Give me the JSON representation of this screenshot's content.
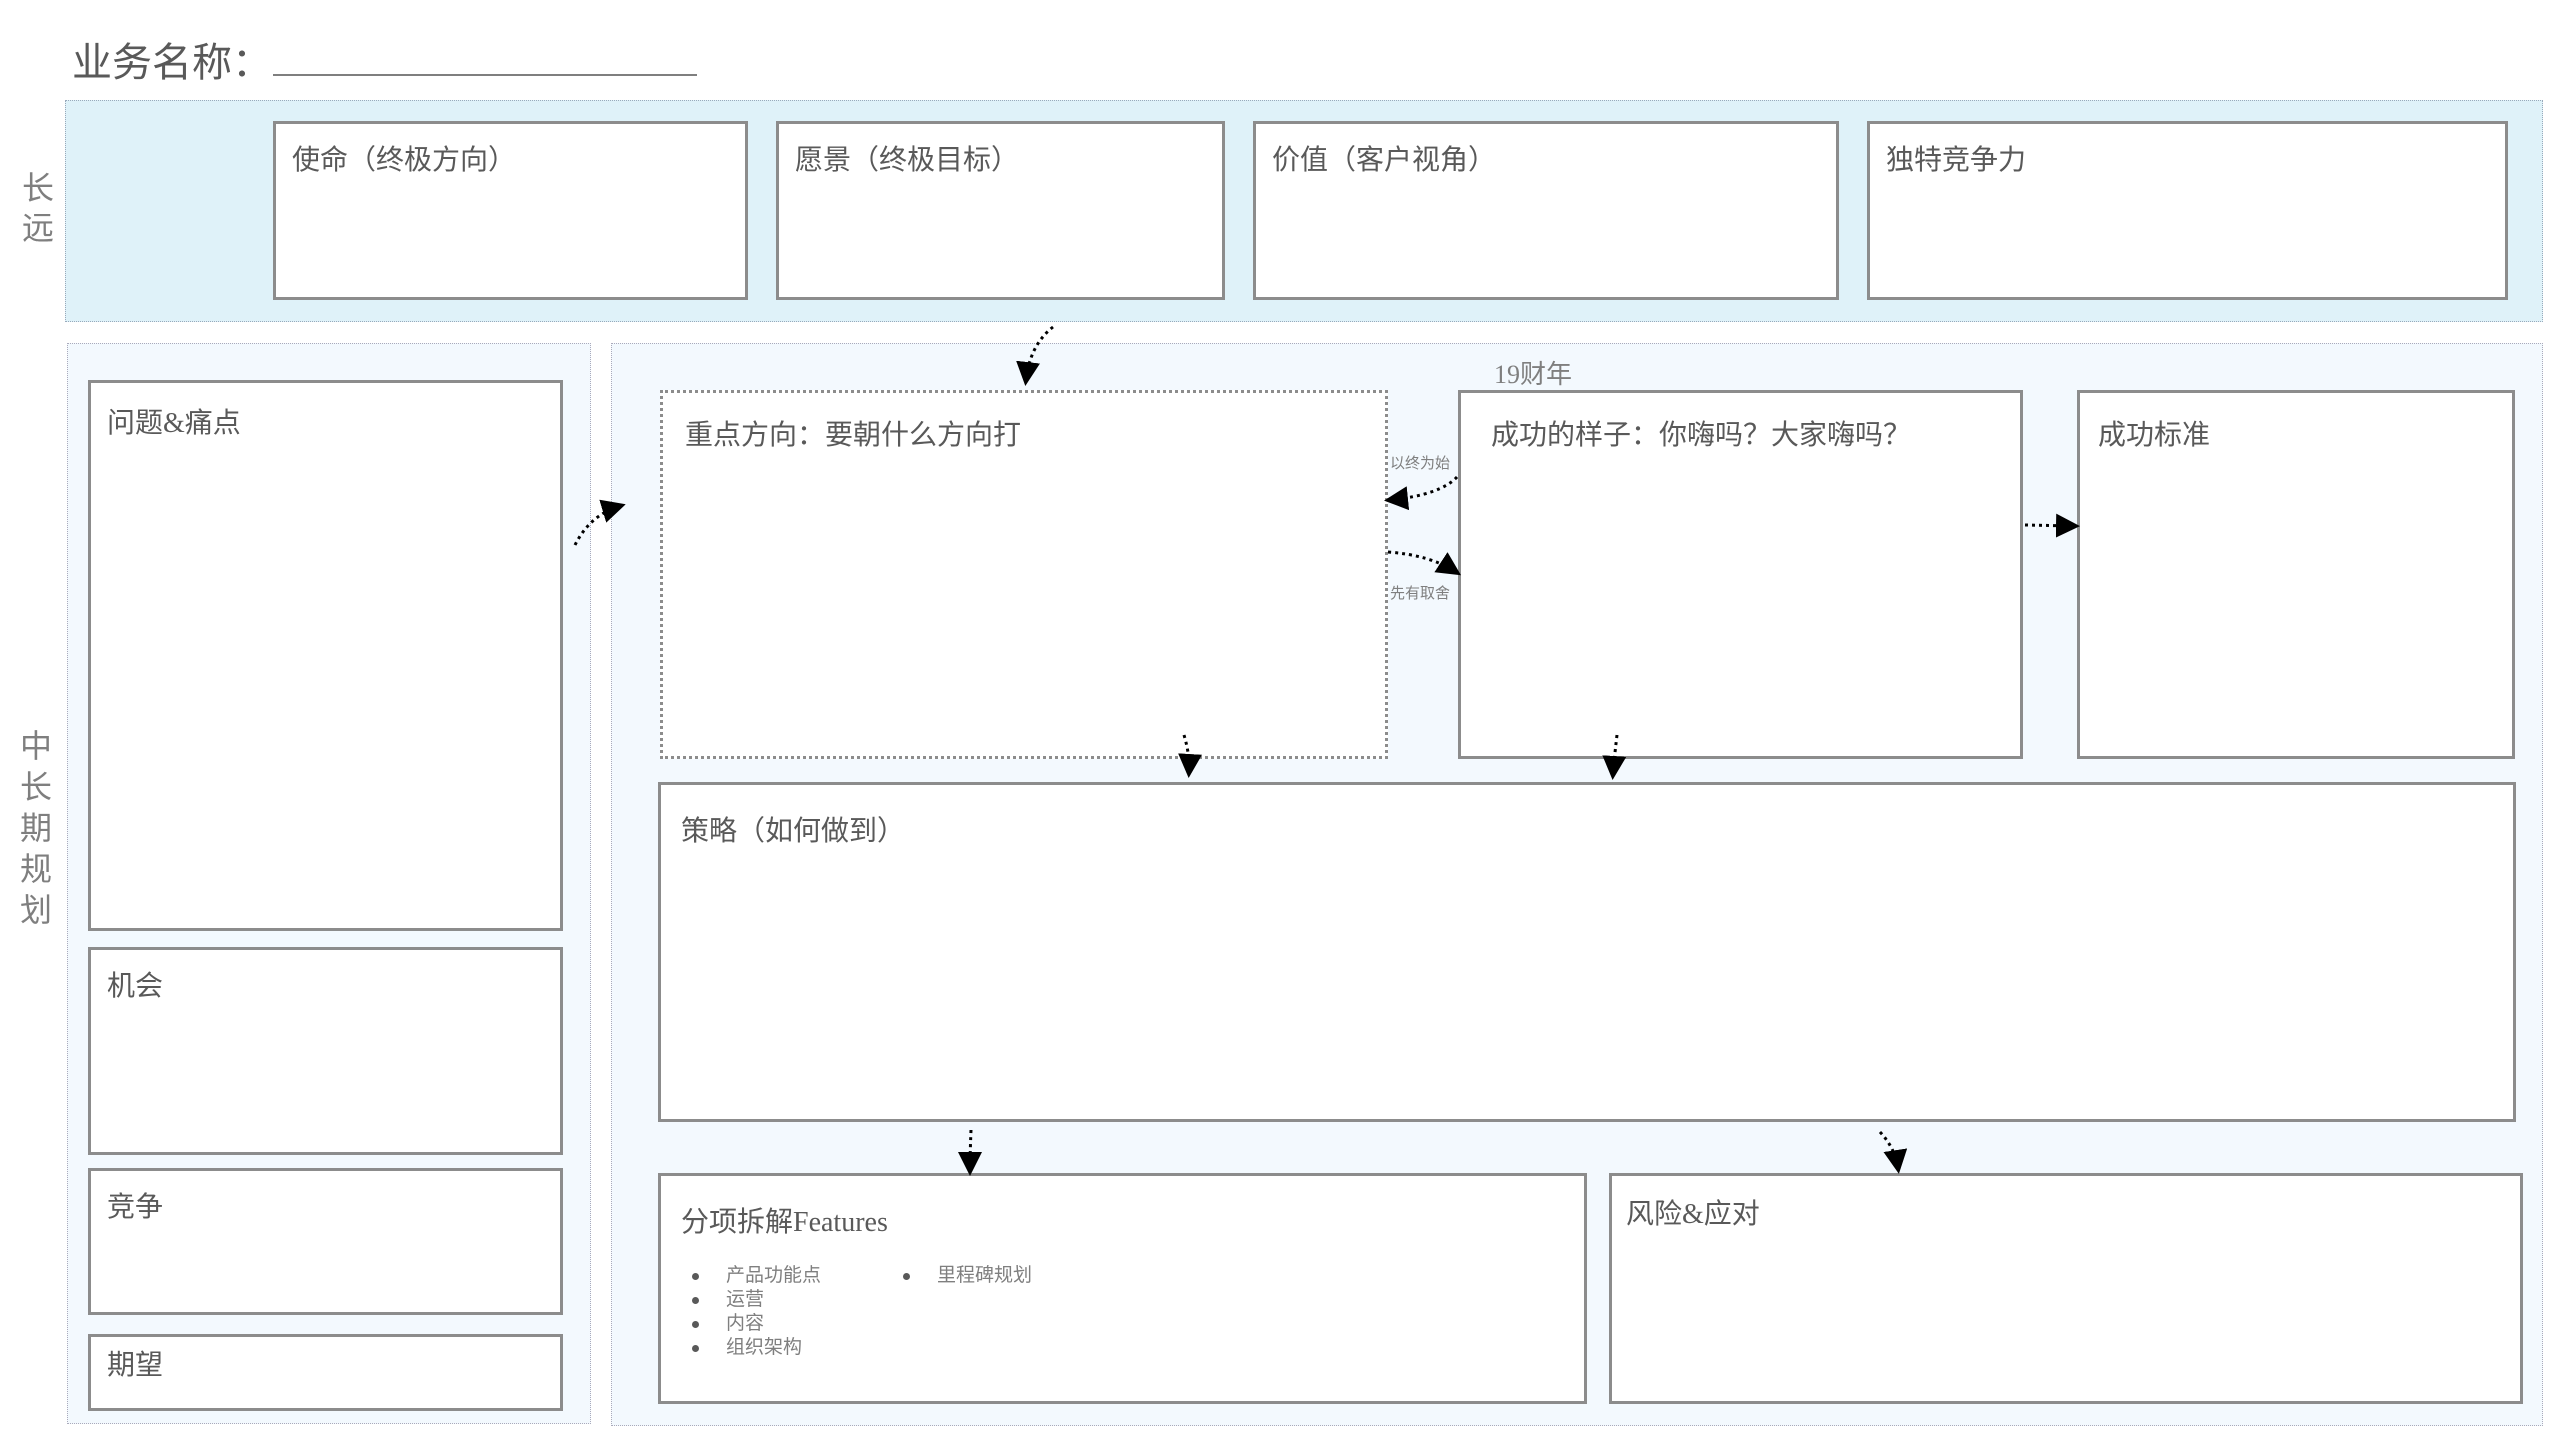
{
  "header": {
    "title": "业务名称："
  },
  "long_term": {
    "side_label": [
      "长",
      "远"
    ],
    "boxes": [
      {
        "label": "使命（终极方向）"
      },
      {
        "label": "愿景（终极目标）"
      },
      {
        "label": "价值（客户视角）"
      },
      {
        "label": "独特竞争力"
      }
    ]
  },
  "mid_term": {
    "side_label": [
      "中",
      "长",
      "期",
      "规",
      "划"
    ],
    "left_boxes": [
      {
        "label": "问题&痛点"
      },
      {
        "label": "机会"
      },
      {
        "label": "竞争"
      },
      {
        "label": "期望"
      }
    ],
    "fiscal_year": "19财年",
    "focus": {
      "label": "重点方向：要朝什么方向打"
    },
    "success": {
      "label": "成功的样子：你嗨吗？大家嗨吗？"
    },
    "criteria": {
      "label": "成功标准"
    },
    "arrow_labels": {
      "begin_with_end": "以终为始",
      "tradeoff": "先有取舍"
    },
    "strategy": {
      "label": "策略（如何做到）"
    },
    "features": {
      "label": "分项拆解Features",
      "items_col1": [
        "产品功能点",
        "运营",
        "内容",
        "组织架构"
      ],
      "items_col2": [
        "里程碑规划"
      ]
    },
    "risk": {
      "label": "风险&应对"
    }
  }
}
